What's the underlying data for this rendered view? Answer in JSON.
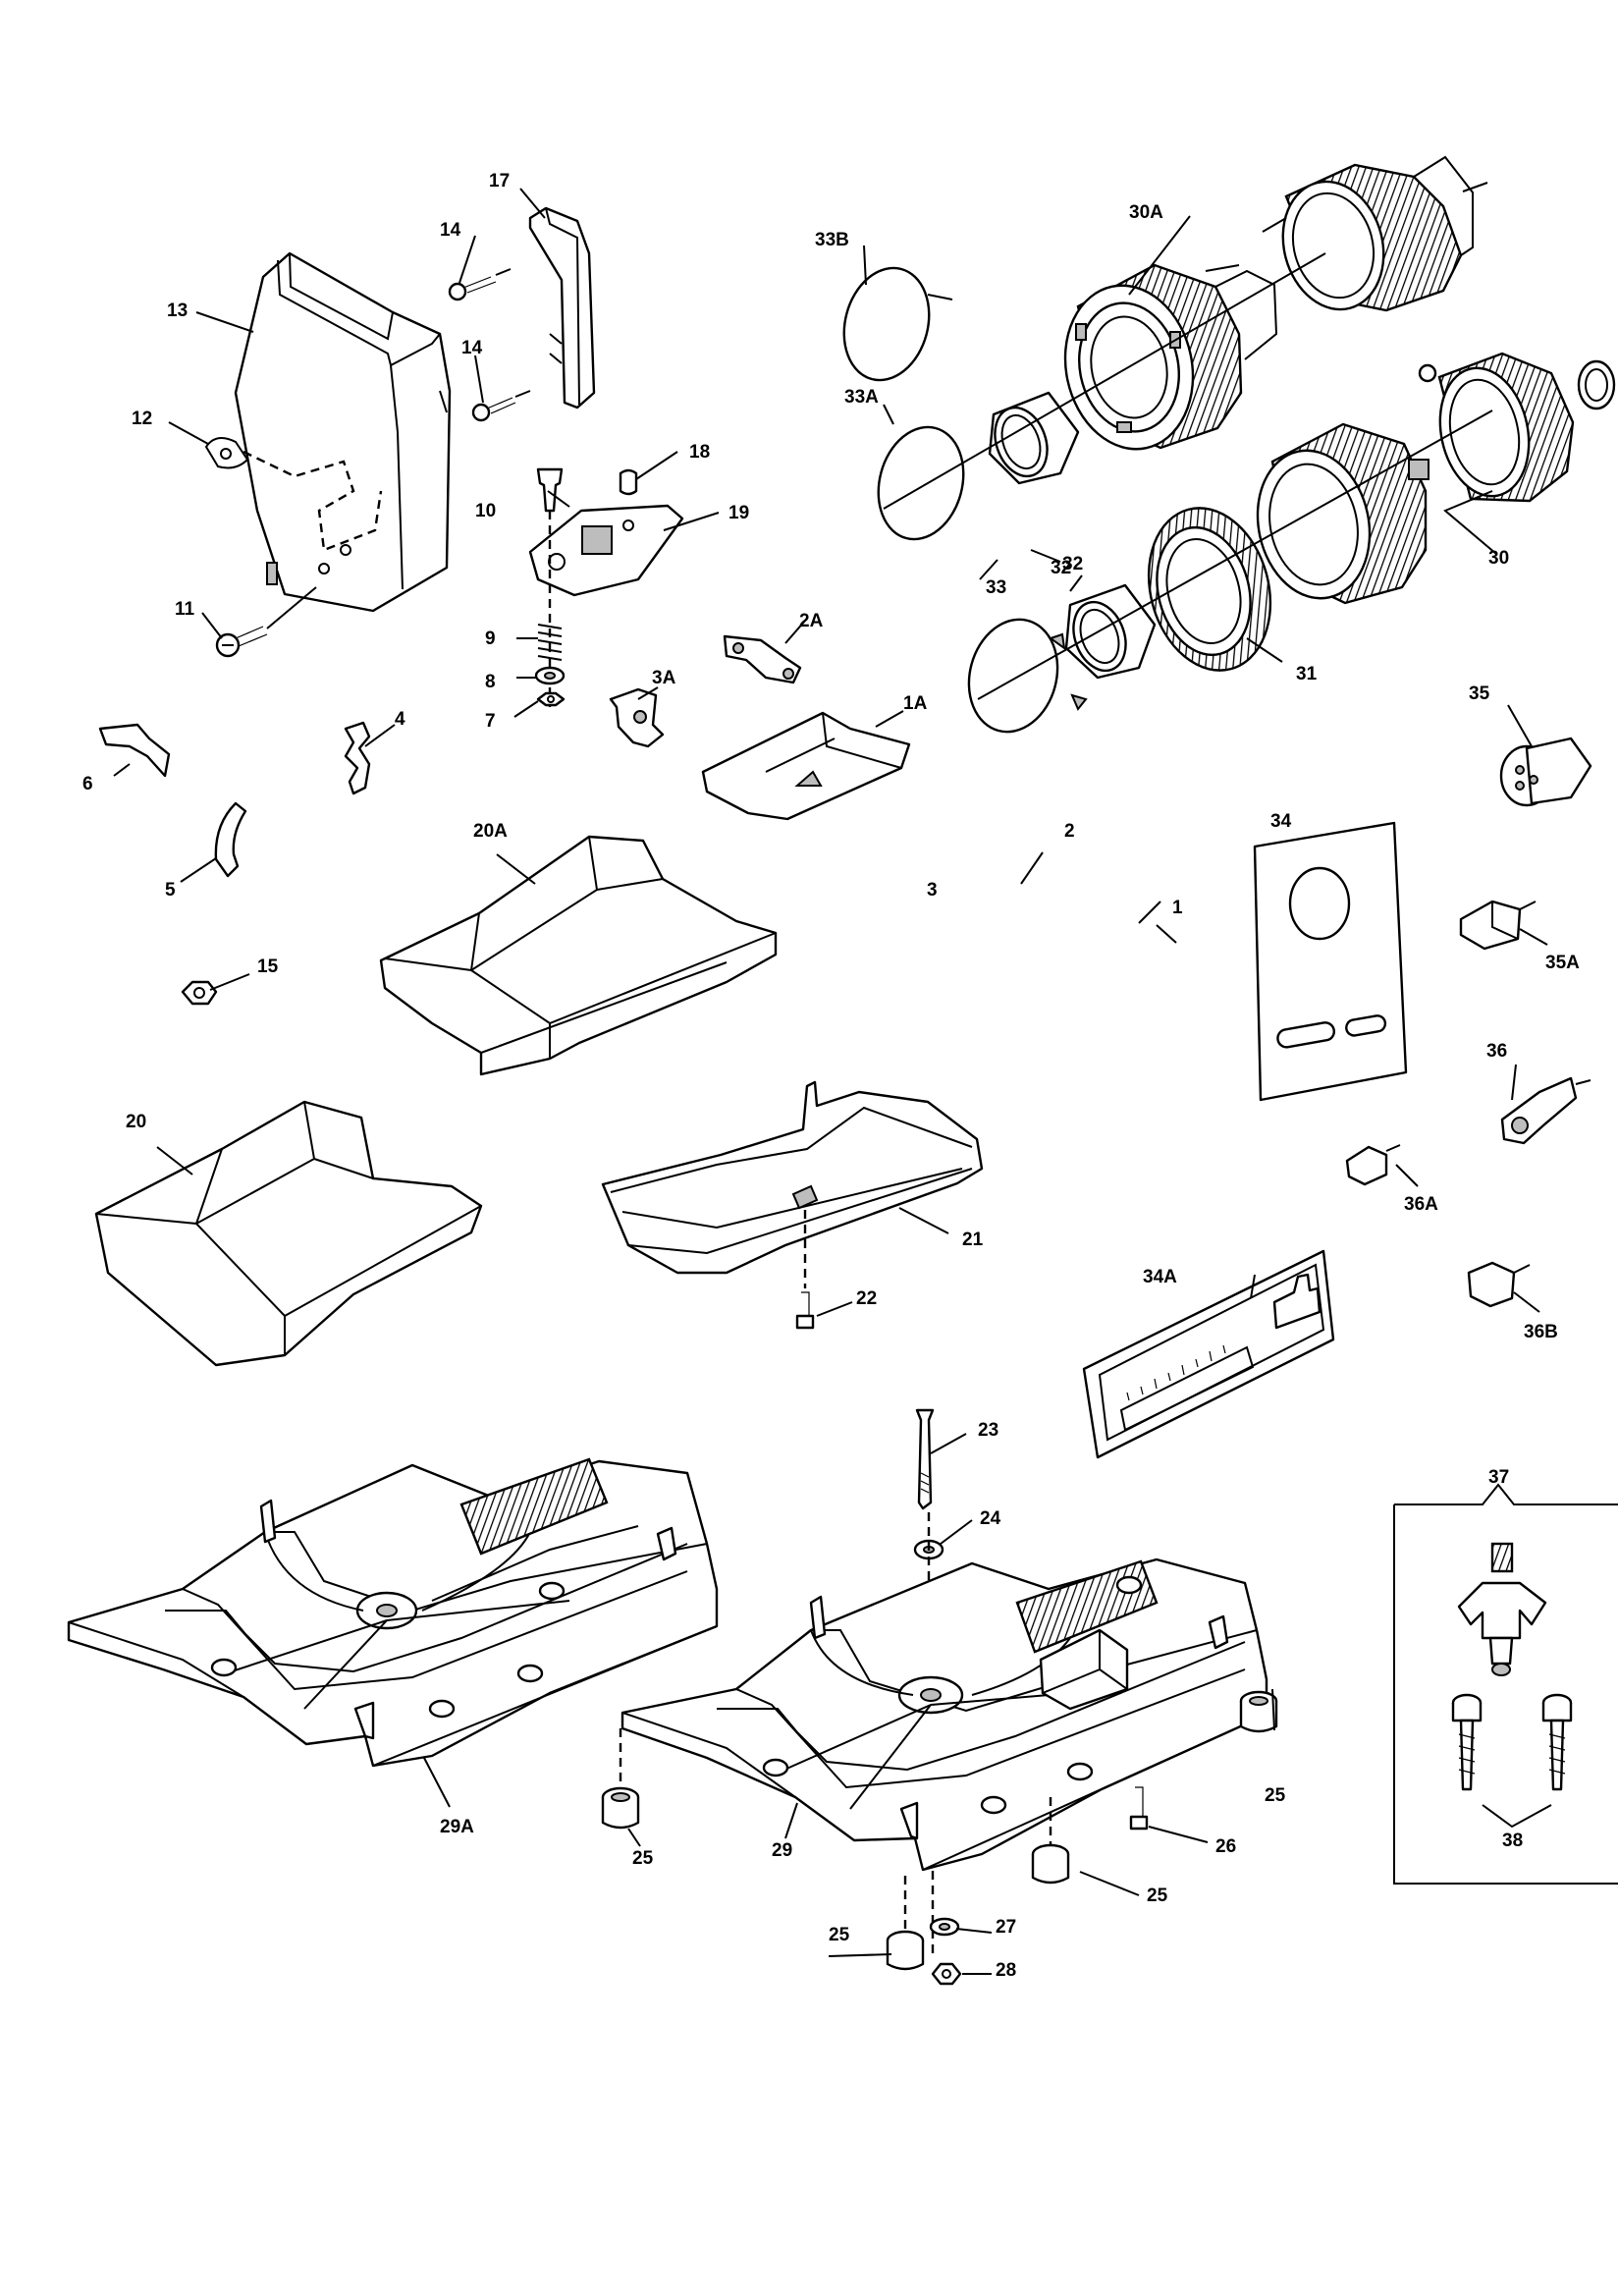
{
  "callouts": {
    "c1": "1",
    "c1a": "1A",
    "c2": "2",
    "c2a": "2A",
    "c3": "3",
    "c3a": "3A",
    "c4": "4",
    "c5": "5",
    "c6": "6",
    "c7": "7",
    "c8": "8",
    "c9": "9",
    "c10": "10",
    "c11": "11",
    "c12": "12",
    "c13": "13",
    "c14a": "14",
    "c14b": "14",
    "c15": "15",
    "c17": "17",
    "c18": "18",
    "c19": "19",
    "c20": "20",
    "c20a": "20A",
    "c21": "21",
    "c22": "22",
    "c23": "23",
    "c24": "24",
    "c25a": "25",
    "c25b": "25",
    "c25c": "25",
    "c25d": "25",
    "c26": "26",
    "c27": "27",
    "c28": "28",
    "c29": "29",
    "c29a": "29A",
    "c30": "30",
    "c30a": "30A",
    "c31": "31",
    "c32a": "32",
    "c32b": "32",
    "c33": "33",
    "c33a": "33A",
    "c33b": "33B",
    "c34": "34",
    "c34a": "34A",
    "c35": "35",
    "c35a": "35A",
    "c36": "36",
    "c36a": "36A",
    "c36b": "36B",
    "c37": "37",
    "c38": "38"
  },
  "colors": {
    "ink": "#000000",
    "paper": "#ffffff",
    "shade": "#bdbdbd"
  }
}
